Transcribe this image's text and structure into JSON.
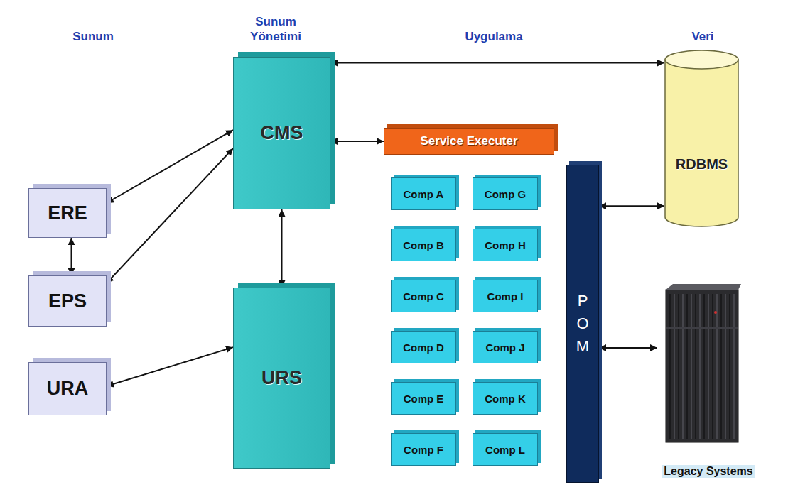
{
  "diagram": {
    "nodes": [
      {
        "text": [
          "Sunum"
        ]
      },
      {
        "text": [
          "ERE"
        ],
        "in": 0
      },
      {
        "text": [
          "EPS"
        ],
        "in": 0
      },
      {
        "text": [
          "URA"
        ],
        "in": 0
      },
      {
        "text": [
          "Sunum Yönetimi"
        ]
      },
      {
        "text": [
          "CMS"
        ],
        "in": 4
      },
      {
        "text": [
          "URS"
        ],
        "in": 4
      },
      {
        "text": [
          "Uygulama"
        ]
      },
      {
        "text": [
          "Service Executer"
        ],
        "in": 7
      },
      {
        "text": [
          "Comp A"
        ],
        "in": 7
      },
      {
        "text": [
          "Comp G"
        ],
        "in": 7
      },
      {
        "text": [
          "Comp B"
        ],
        "in": 7
      },
      {
        "text": [
          "Comp H"
        ],
        "in": 7
      },
      {
        "text": [
          "Comp C"
        ],
        "in": 7
      },
      {
        "text": [
          "Comp I"
        ],
        "in": 7
      },
      {
        "text": [
          "Comp D"
        ],
        "in": 7
      },
      {
        "text": [
          "Comp J"
        ],
        "in": 7
      },
      {
        "text": [
          "Comp E"
        ],
        "in": 7
      },
      {
        "text": [
          "Comp K"
        ],
        "in": 7
      },
      {
        "text": [
          "Comp F"
        ],
        "in": 7
      },
      {
        "text": [
          "Comp L"
        ],
        "in": 7
      },
      {
        "text": [
          "POM"
        ],
        "in": 7
      },
      {
        "text": [
          "Veri"
        ]
      },
      {
        "text": [
          "RDBMS"
        ],
        "in": 22
      },
      {
        "text": [
          "Legacy Systems"
        ],
        "in": 22
      }
    ],
    "edges": [
      {
        "from": 5,
        "to": 23,
        "arrow": "both"
      },
      {
        "from": 5,
        "to": 8,
        "arrow": "both"
      },
      {
        "from": 1,
        "to": 5,
        "arrow": "both"
      },
      {
        "from": 2,
        "to": 5,
        "arrow": "both"
      },
      {
        "from": 1,
        "to": 2,
        "arrow": "both"
      },
      {
        "from": 5,
        "to": 6,
        "arrow": "both"
      },
      {
        "from": 6,
        "to": 3,
        "arrow": "both"
      },
      {
        "from": 21,
        "to": 23,
        "arrow": "both"
      },
      {
        "from": 21,
        "to": 24,
        "arrow": "both"
      }
    ]
  }
}
